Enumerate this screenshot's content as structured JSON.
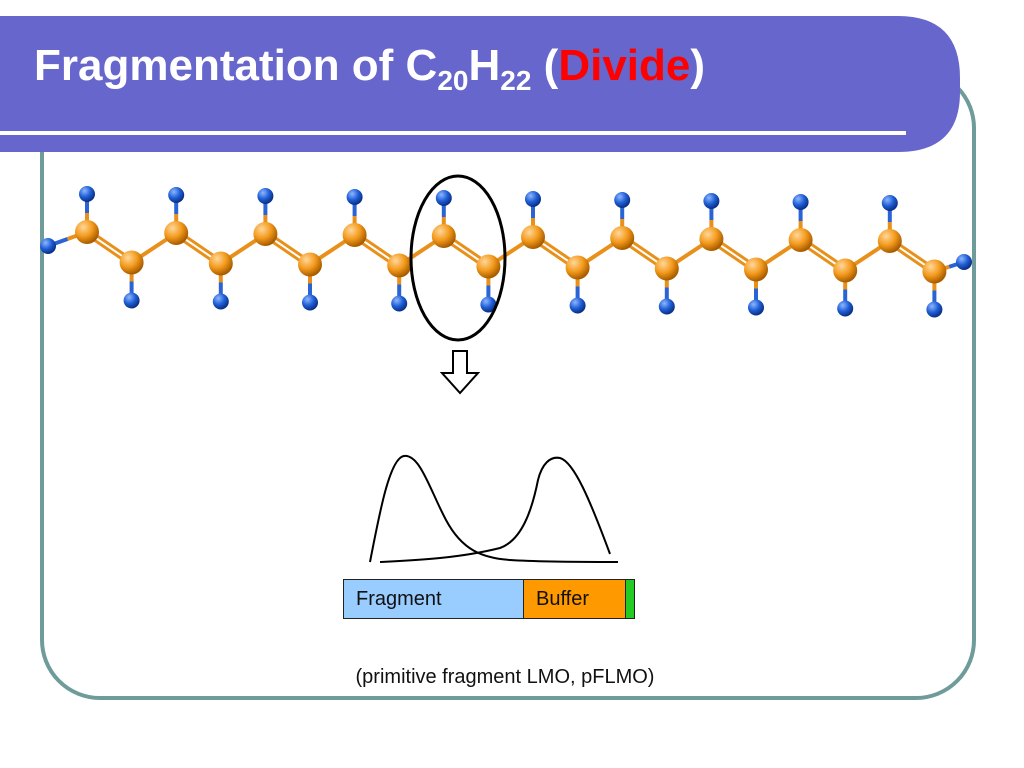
{
  "slide": {
    "title": {
      "prefix": "Fragmentation of C",
      "sub1": "20",
      "mid": "H",
      "sub2": "22",
      "open": " (",
      "highlight": "Divide",
      "close": ")"
    },
    "caption": "(primitive fragment LMO, pFLMO)"
  },
  "diagram": {
    "bar": {
      "fragment_label": "Fragment",
      "buffer_label": "Buffer"
    },
    "icons": [
      "down-arrow-icon"
    ]
  },
  "colors": {
    "title_band": "#6666cc",
    "frame_border": "#6f9b9b",
    "carbon": "#f39a1c",
    "hydrogen": "#1f5fd6",
    "fragment_fill": "#99ccff",
    "buffer_fill": "#ff9900",
    "edge_fill": "#22cc22",
    "highlight_text": "#ff0000"
  }
}
